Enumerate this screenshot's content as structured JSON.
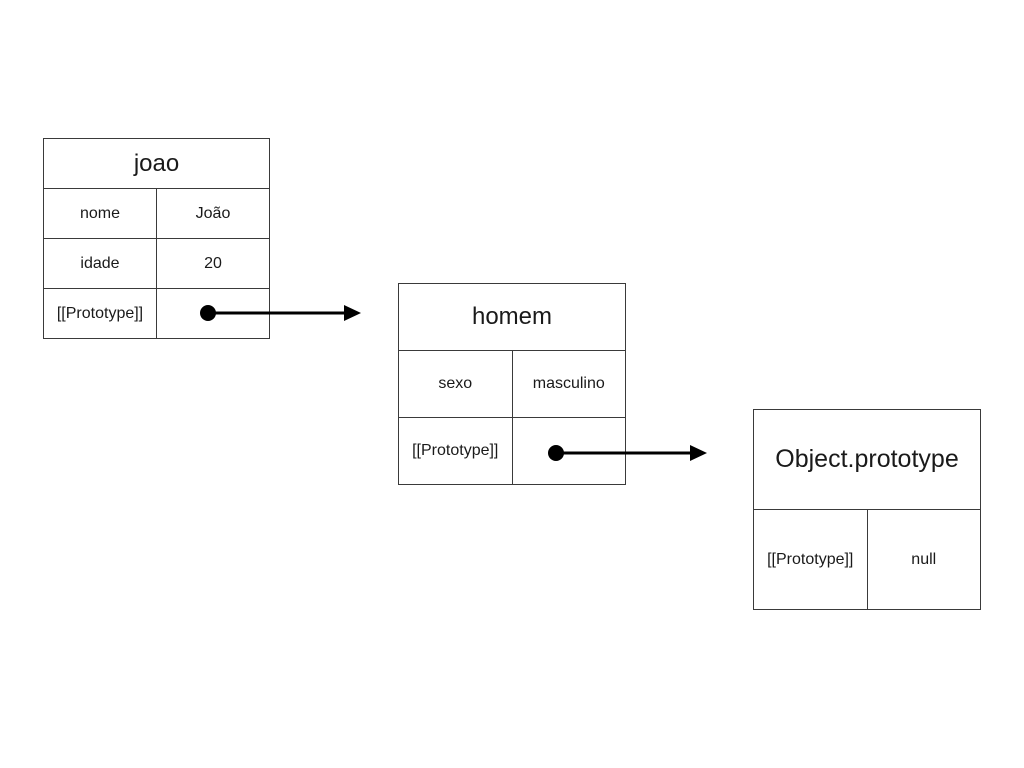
{
  "objects": {
    "joao": {
      "title": "joao",
      "fields": [
        {
          "key": "nome",
          "value": "João"
        },
        {
          "key": "idade",
          "value": "20"
        },
        {
          "key": "[[Prototype]]",
          "value": ""
        }
      ]
    },
    "homem": {
      "title": "homem",
      "fields": [
        {
          "key": "sexo",
          "value": "masculino"
        },
        {
          "key": "[[Prototype]]",
          "value": ""
        }
      ]
    },
    "object_prototype": {
      "title": "Object.prototype",
      "fields": [
        {
          "key": "[[Prototype]]",
          "value": "null"
        }
      ]
    }
  },
  "links": [
    {
      "from": "joao",
      "to": "homem"
    },
    {
      "from": "homem",
      "to": "object_prototype"
    }
  ],
  "colors": {
    "line": "#000000",
    "border": "#3a3a3a",
    "background": "#ffffff"
  }
}
